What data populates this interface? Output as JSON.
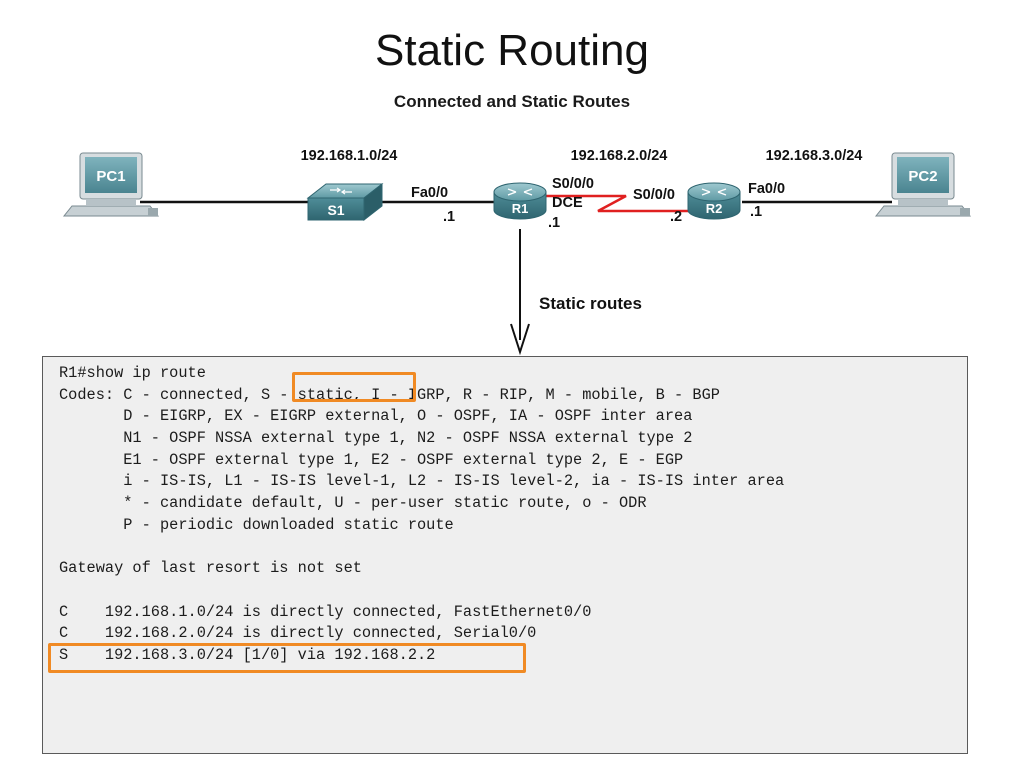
{
  "slide": {
    "title": "Static Routing",
    "subtitle": "Connected and Static Routes"
  },
  "topology": {
    "devices": {
      "pc1": "PC1",
      "s1": "S1",
      "r1": "R1",
      "r2": "R2",
      "pc2": "PC2"
    },
    "networks": {
      "net1": "192.168.1.0/24",
      "net2": "192.168.2.0/24",
      "net3": "192.168.3.0/24"
    },
    "interfaces": {
      "r1_fa": "Fa0/0",
      "r1_fa_ip": ".1",
      "r1_serial": "S0/0/0",
      "r1_dce": "DCE",
      "r1_serial_ip": ".1",
      "r2_serial": "S0/0/0",
      "r2_serial_ip": ".2",
      "r2_fa": "Fa0/0",
      "r2_fa_ip": ".1"
    },
    "arrow_label": "Static routes",
    "colors": {
      "device_teal": "#4f8d98",
      "serial_link": "#e02020",
      "highlight": "#f08a24"
    }
  },
  "terminal": {
    "lines": [
      "R1#show ip route",
      "Codes: C - connected, S - static, I - IGRP, R - RIP, M - mobile, B - BGP",
      "       D - EIGRP, EX - EIGRP external, O - OSPF, IA - OSPF inter area",
      "       N1 - OSPF NSSA external type 1, N2 - OSPF NSSA external type 2",
      "       E1 - OSPF external type 1, E2 - OSPF external type 2, E - EGP",
      "       i - IS-IS, L1 - IS-IS level-1, L2 - IS-IS level-2, ia - IS-IS inter area",
      "       * - candidate default, U - per-user static route, o - ODR",
      "       P - periodic downloaded static route",
      "",
      "Gateway of last resort is not set",
      "",
      "C    192.168.1.0/24 is directly connected, FastEthernet0/0",
      "C    192.168.2.0/24 is directly connected, Serial0/0",
      "S    192.168.3.0/24 [1/0] via 192.168.2.2"
    ]
  }
}
